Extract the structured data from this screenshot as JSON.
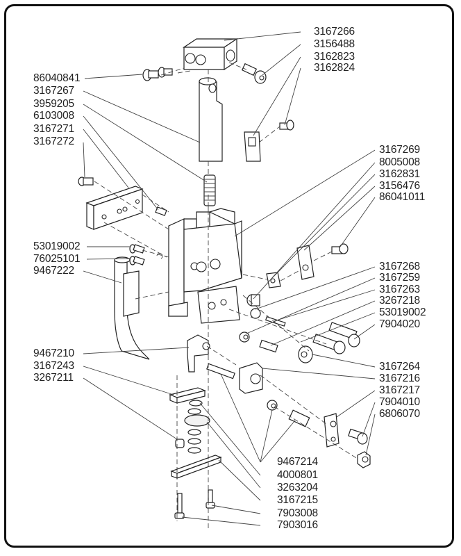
{
  "diagram": {
    "type": "exploded-parts-diagram",
    "callouts_left": [
      {
        "id": "l1",
        "part_no": "86040841"
      },
      {
        "id": "l2",
        "part_no": "3167267"
      },
      {
        "id": "l3",
        "part_no": "3959205"
      },
      {
        "id": "l4",
        "part_no": "6103008"
      },
      {
        "id": "l5",
        "part_no": "3167271"
      },
      {
        "id": "l6",
        "part_no": "3167272"
      },
      {
        "id": "l7",
        "part_no": "53019002"
      },
      {
        "id": "l8",
        "part_no": "76025101"
      },
      {
        "id": "l9",
        "part_no": "9467222"
      },
      {
        "id": "l10",
        "part_no": "9467210"
      },
      {
        "id": "l11",
        "part_no": "3167243"
      },
      {
        "id": "l12",
        "part_no": "3267211"
      }
    ],
    "callouts_right_top": [
      {
        "id": "r1",
        "part_no": "3167266"
      },
      {
        "id": "r2",
        "part_no": "3156488"
      },
      {
        "id": "r3",
        "part_no": "3162823"
      },
      {
        "id": "r4",
        "part_no": "3162824"
      }
    ],
    "callouts_right_mid": [
      {
        "id": "r5",
        "part_no": "3167269"
      },
      {
        "id": "r6",
        "part_no": "8005008"
      },
      {
        "id": "r7",
        "part_no": "3162831"
      },
      {
        "id": "r8",
        "part_no": "3156476"
      },
      {
        "id": "r9",
        "part_no": "86041011"
      }
    ],
    "callouts_right_lower": [
      {
        "id": "r10",
        "part_no": "3167268"
      },
      {
        "id": "r11",
        "part_no": "3167259"
      },
      {
        "id": "r12",
        "part_no": "3167263"
      },
      {
        "id": "r13",
        "part_no": "3267218"
      },
      {
        "id": "r14",
        "part_no": "53019002"
      },
      {
        "id": "r15",
        "part_no": "7904020"
      }
    ],
    "callouts_right_bottom": [
      {
        "id": "r16",
        "part_no": "3167264"
      },
      {
        "id": "r17",
        "part_no": "3167216"
      },
      {
        "id": "r18",
        "part_no": "3167217"
      },
      {
        "id": "r19",
        "part_no": "7904010"
      },
      {
        "id": "r20",
        "part_no": "6806070"
      }
    ],
    "callouts_bottom": [
      {
        "id": "b1",
        "part_no": "9467214"
      },
      {
        "id": "b2",
        "part_no": "4000801"
      },
      {
        "id": "b3",
        "part_no": "3263204"
      },
      {
        "id": "b4",
        "part_no": "3167215"
      },
      {
        "id": "b5",
        "part_no": "7903008"
      },
      {
        "id": "b6",
        "part_no": "7903016"
      }
    ]
  }
}
